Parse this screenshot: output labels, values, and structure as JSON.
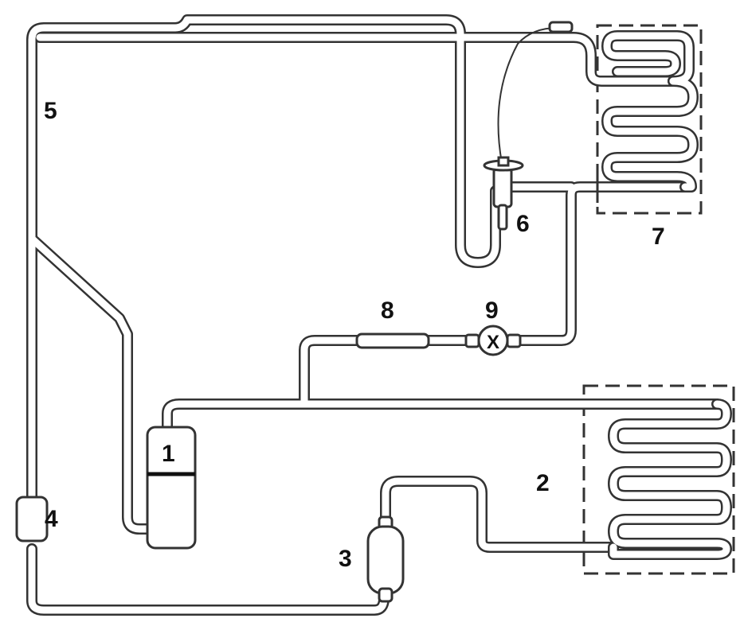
{
  "labels": {
    "compressor": "1",
    "condenser": "2",
    "dryer_filter": "3",
    "accumulator": "4",
    "suction_line": "5",
    "bulb": "6",
    "evaporator": "7",
    "capillary": "8",
    "valve": "9"
  },
  "valve_symbol": "X",
  "colors": {
    "line": "#333333",
    "background": "#ffffff"
  }
}
